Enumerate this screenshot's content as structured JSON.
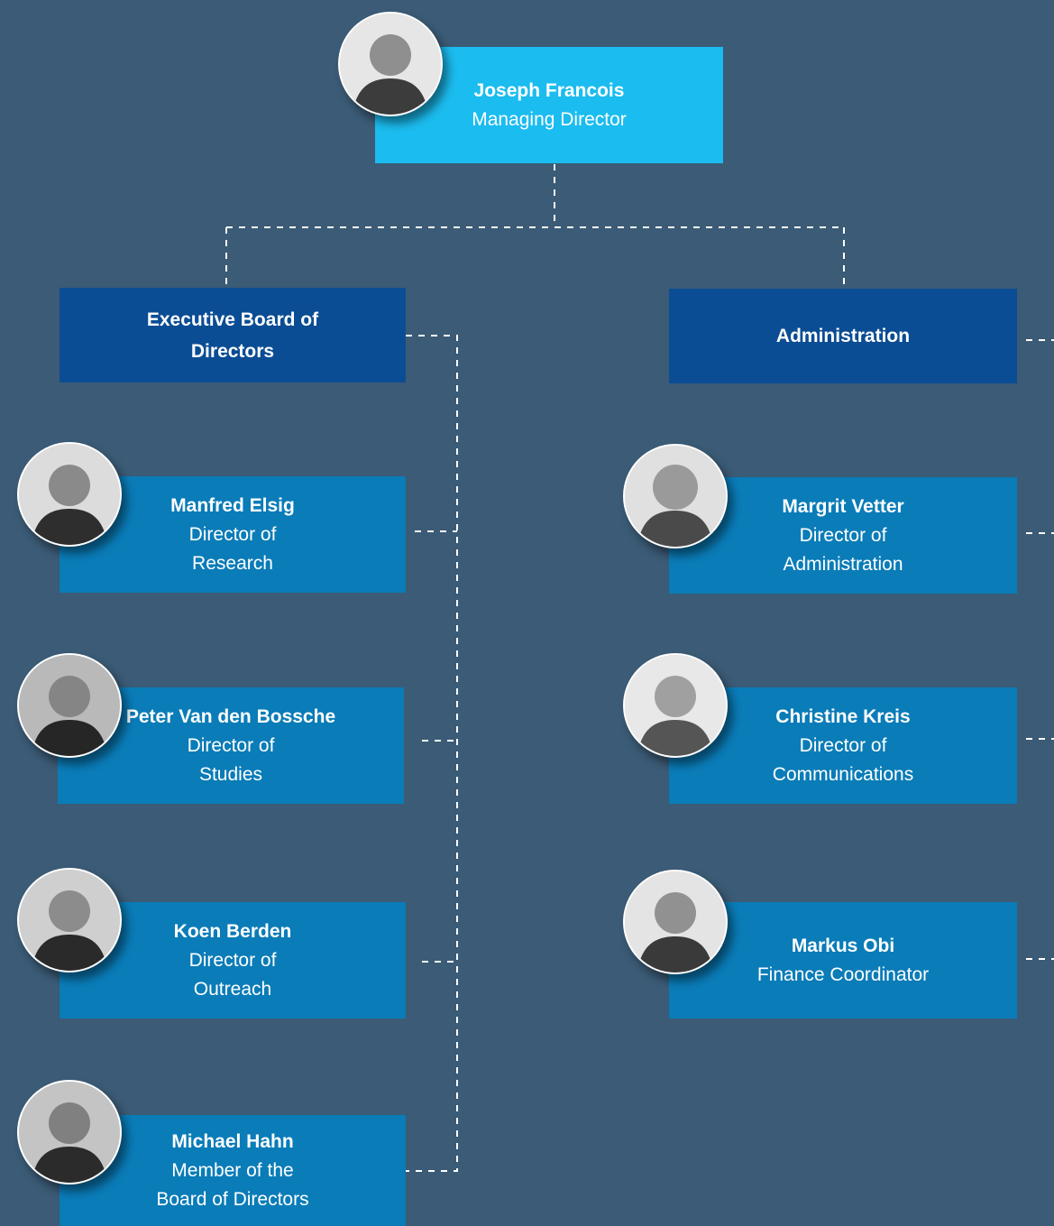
{
  "managing_director": {
    "name": "Joseph Francois",
    "role": "Managing Director"
  },
  "executive_board": {
    "label": "Executive Board of\nDirectors",
    "members": [
      {
        "name": "Manfred Elsig",
        "role": "Director of\nResearch"
      },
      {
        "name": "Peter Van den Bossche",
        "role": "Director of\nStudies"
      },
      {
        "name": "Koen Berden",
        "role": "Director of\nOutreach"
      },
      {
        "name": "Michael Hahn",
        "role": "Member of the\nBoard of Directors"
      }
    ]
  },
  "administration": {
    "label": "Administration",
    "members": [
      {
        "name": "Margrit Vetter",
        "role": "Director of\nAdministration"
      },
      {
        "name": "Christine Kreis",
        "role": "Director of\nCommunications"
      },
      {
        "name": "Markus Obi",
        "role": "Finance Coordinator"
      }
    ]
  },
  "colors": {
    "background": "#3b5b76",
    "top_box": "#1bbcef",
    "head_box": "#0b4d94",
    "member_box": "#0a7cb8",
    "connector": "#ffffff"
  },
  "icons": {
    "portrait": "person-photo-icon"
  }
}
